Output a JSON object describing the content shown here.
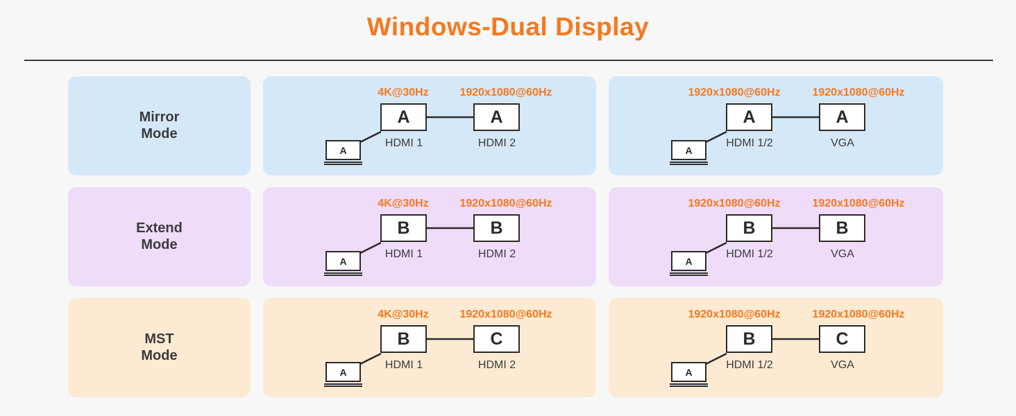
{
  "title": "Windows-Dual Display",
  "colors": {
    "accent_orange": "#F7781D",
    "mirror_row_bg": "#D5E8F8",
    "extend_row_bg": "#EEDCF8",
    "mst_row_bg": "#FCEAD3",
    "page_bg": "#F7F7F8",
    "text_dark": "#3B3B3D",
    "outline_dark": "#2B2A29"
  },
  "rows": [
    {
      "mode_line1": "Mirror",
      "mode_line2": "Mode",
      "diagrams": [
        {
          "laptop": "A",
          "d1_res": "4K@30Hz",
          "d1_letter": "A",
          "d1_port": "HDMI 1",
          "d2_res": "1920x1080@60Hz",
          "d2_letter": "A",
          "d2_port": "HDMI 2"
        },
        {
          "laptop": "A",
          "d1_res": "1920x1080@60Hz",
          "d1_letter": "A",
          "d1_port": "HDMI 1/2",
          "d2_res": "1920x1080@60Hz",
          "d2_letter": "A",
          "d2_port": "VGA"
        }
      ]
    },
    {
      "mode_line1": "Extend",
      "mode_line2": "Mode",
      "diagrams": [
        {
          "laptop": "A",
          "d1_res": "4K@30Hz",
          "d1_letter": "B",
          "d1_port": "HDMI 1",
          "d2_res": "1920x1080@60Hz",
          "d2_letter": "B",
          "d2_port": "HDMI 2"
        },
        {
          "laptop": "A",
          "d1_res": "1920x1080@60Hz",
          "d1_letter": "B",
          "d1_port": "HDMI 1/2",
          "d2_res": "1920x1080@60Hz",
          "d2_letter": "B",
          "d2_port": "VGA"
        }
      ]
    },
    {
      "mode_line1": "MST",
      "mode_line2": "Mode",
      "diagrams": [
        {
          "laptop": "A",
          "d1_res": "4K@30Hz",
          "d1_letter": "B",
          "d1_port": "HDMI 1",
          "d2_res": "1920x1080@60Hz",
          "d2_letter": "C",
          "d2_port": "HDMI 2"
        },
        {
          "laptop": "A",
          "d1_res": "1920x1080@60Hz",
          "d1_letter": "B",
          "d1_port": "HDMI 1/2",
          "d2_res": "1920x1080@60Hz",
          "d2_letter": "C",
          "d2_port": "VGA"
        }
      ]
    }
  ]
}
